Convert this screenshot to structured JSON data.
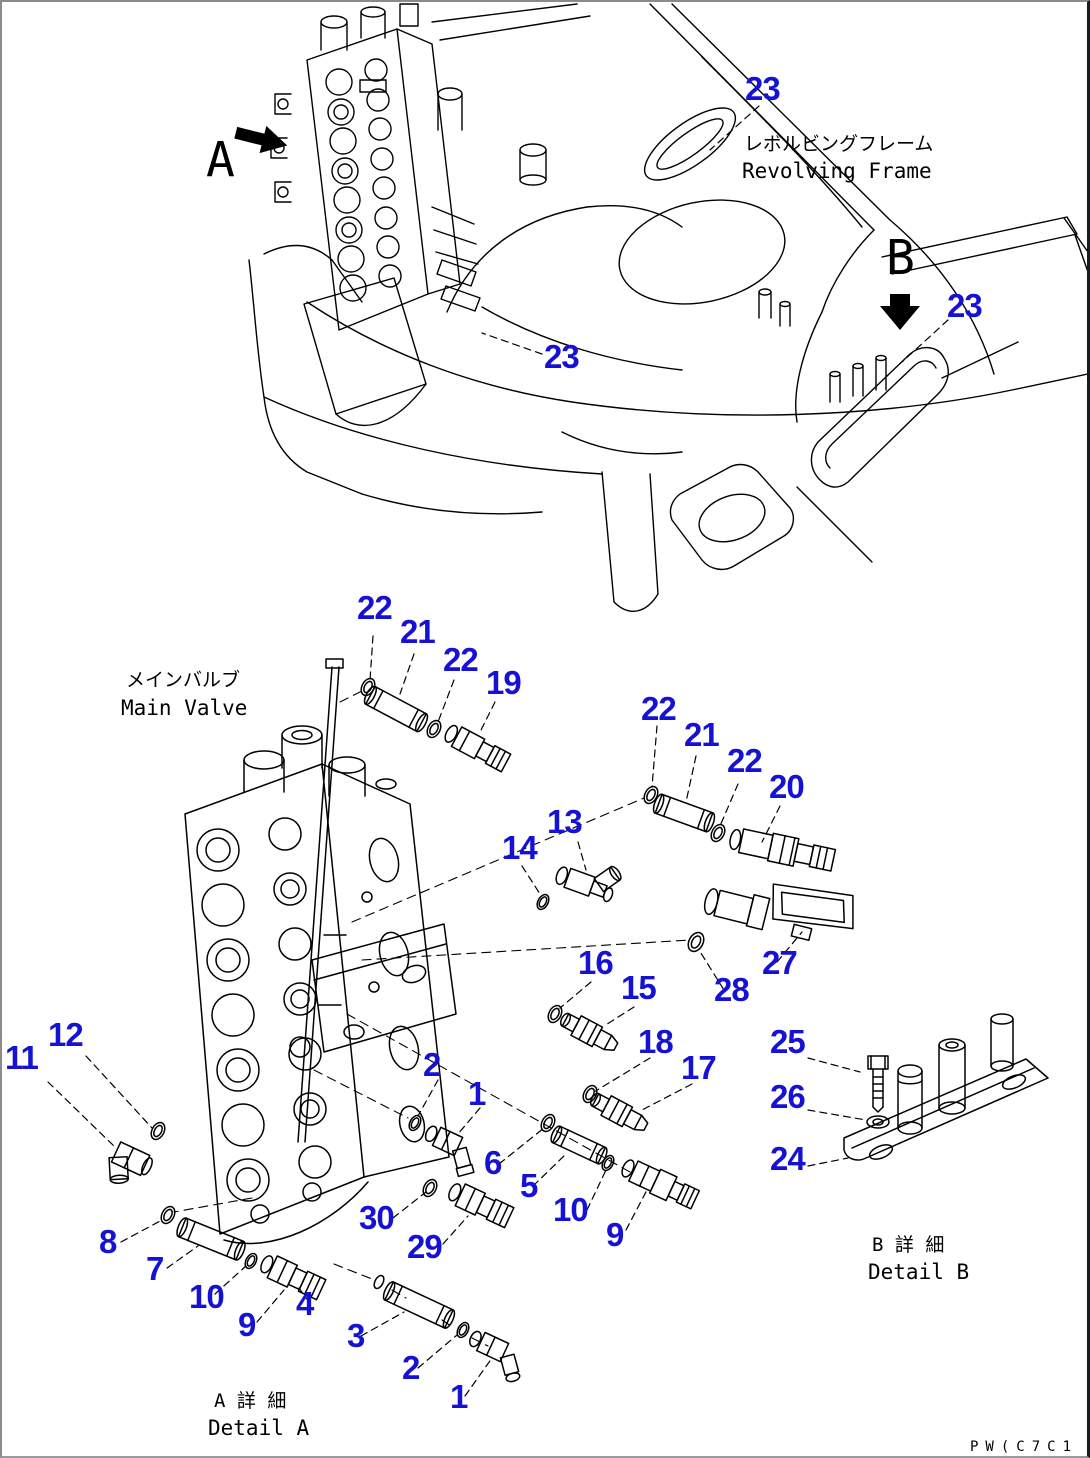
{
  "page": {
    "background": "#ffffff",
    "line_color": "#000000",
    "callout_color": "#1512d6"
  },
  "labels": {
    "revolving_frame_jp": "レボルビングフレーム",
    "revolving_frame_en": "Revolving Frame",
    "main_valve_jp": "メインバルブ",
    "main_valve_en": "Main Valve",
    "detail_a_jp": "A 詳 細",
    "detail_a_en": "Detail A",
    "detail_b_jp": "B 詳 細",
    "detail_b_en": "Detail B",
    "view_a": "A",
    "view_b": "B",
    "doc_code": "PW(C7C1"
  },
  "callouts": [
    {
      "label": "23"
    },
    {
      "label": "23"
    },
    {
      "label": "23"
    },
    {
      "label": "22"
    },
    {
      "label": "21"
    },
    {
      "label": "22"
    },
    {
      "label": "19"
    },
    {
      "label": "22"
    },
    {
      "label": "21"
    },
    {
      "label": "22"
    },
    {
      "label": "20"
    },
    {
      "label": "13"
    },
    {
      "label": "14"
    },
    {
      "label": "16"
    },
    {
      "label": "15"
    },
    {
      "label": "28"
    },
    {
      "label": "27"
    },
    {
      "label": "18"
    },
    {
      "label": "17"
    },
    {
      "label": "25"
    },
    {
      "label": "26"
    },
    {
      "label": "24"
    },
    {
      "label": "12"
    },
    {
      "label": "11"
    },
    {
      "label": "2"
    },
    {
      "label": "1"
    },
    {
      "label": "6"
    },
    {
      "label": "5"
    },
    {
      "label": "10"
    },
    {
      "label": "9"
    },
    {
      "label": "30"
    },
    {
      "label": "29"
    },
    {
      "label": "8"
    },
    {
      "label": "7"
    },
    {
      "label": "10"
    },
    {
      "label": "9"
    },
    {
      "label": "4"
    },
    {
      "label": "3"
    },
    {
      "label": "2"
    },
    {
      "label": "1"
    }
  ]
}
